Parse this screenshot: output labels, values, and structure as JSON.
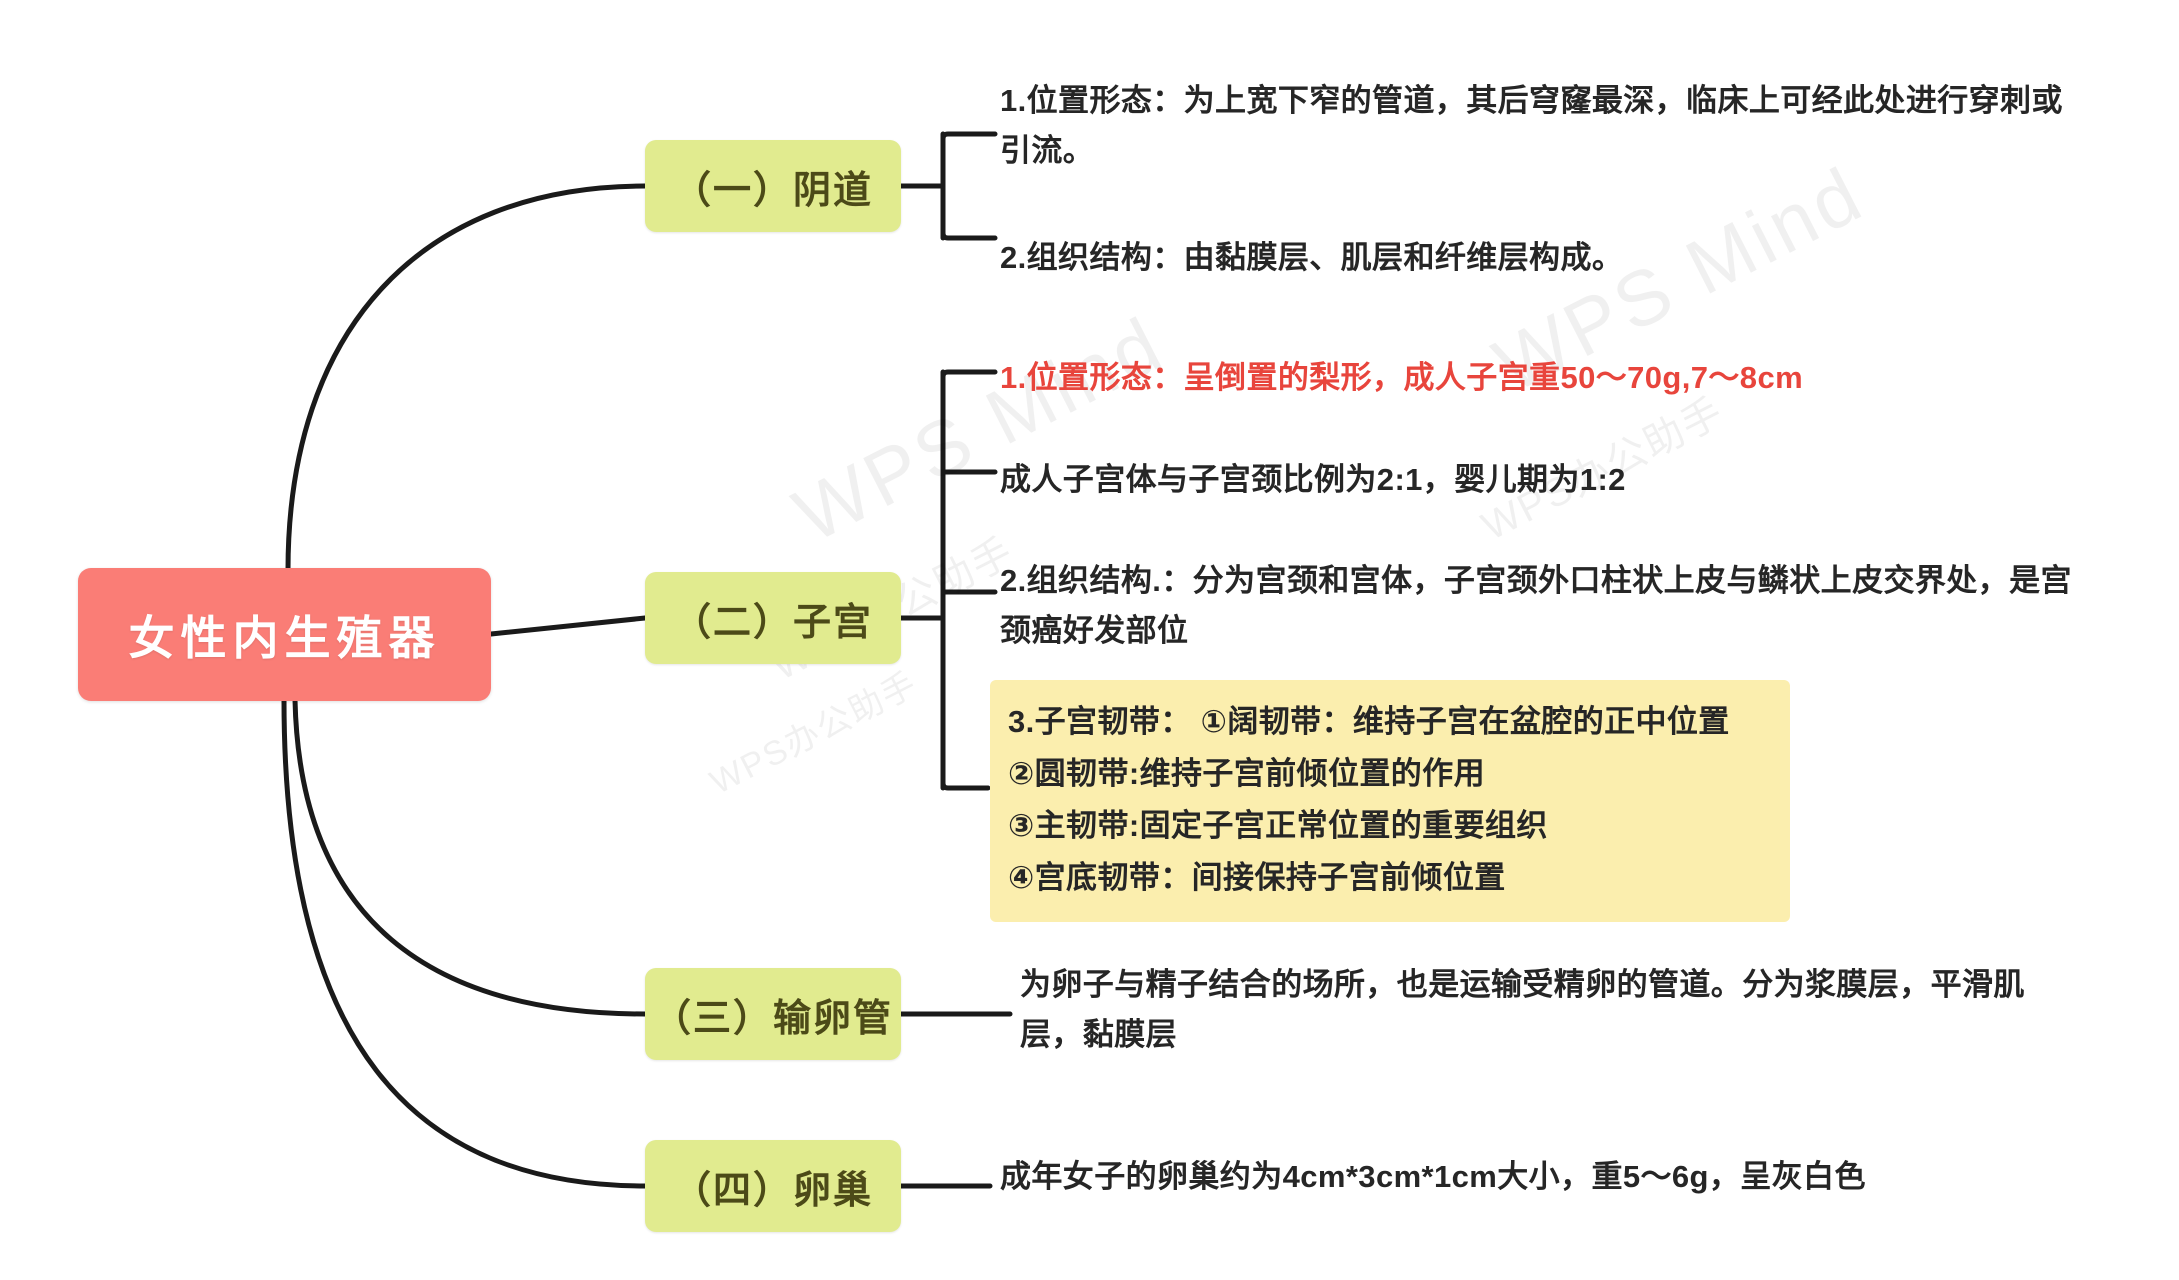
{
  "diagram": {
    "type": "mind-map",
    "root": {
      "label": "女性内生殖器",
      "color": "#fa7d76",
      "text_color": "#ffffff"
    },
    "branch_color": "#e1eb8f",
    "highlight_box_color": "#fbeeae",
    "accent_red": "#e8453c",
    "branches": [
      {
        "label": "（一）阴道",
        "leaves": [
          {
            "text": "1.位置形态：为上宽下窄的管道，其后穹窿最深，临床上可经此处进行穿刺或引流。",
            "style": "plain"
          },
          {
            "text": "2.组织结构：由黏膜层、肌层和纤维层构成。",
            "style": "plain"
          }
        ]
      },
      {
        "label": "（二）子宫",
        "leaves": [
          {
            "text": "1.位置形态：呈倒置的梨形，成人子宫重50～70g,7～8cm",
            "style": "red"
          },
          {
            "text": "成人子宫体与子宫颈比例为2:1，婴儿期为1:2",
            "style": "plain"
          },
          {
            "text": "2.组织结构.：分为宫颈和宫体，子宫颈外口柱状上皮与鳞状上皮交界处，是宫颈癌好发部位",
            "style": "plain"
          },
          {
            "text": "3.子宫韧带：  ①阔韧带：维持子宫在盆腔的正中位置\n                 ②圆韧带:维持子宫前倾位置的作用\n                 ③主韧带:固定子宫正常位置的重要组织\n                 ④宫底韧带：间接保持子宫前倾位置",
            "style": "boxed"
          }
        ]
      },
      {
        "label": "（三）输卵管",
        "leaves": [
          {
            "text": "为卵子与精子结合的场所，也是运输受精卵的管道。分为浆膜层，平滑肌层，黏膜层",
            "style": "plain"
          }
        ]
      },
      {
        "label": "（四）卵巢",
        "leaves": [
          {
            "text": "成年女子的卵巢约为4cm*3cm*1cm大小，重5～6g，呈灰白色",
            "style": "plain"
          }
        ]
      }
    ]
  },
  "watermark": {
    "primary": "WPS Mind",
    "secondary": "WPS办公助手",
    "tertiary": "WPS办公助手"
  }
}
